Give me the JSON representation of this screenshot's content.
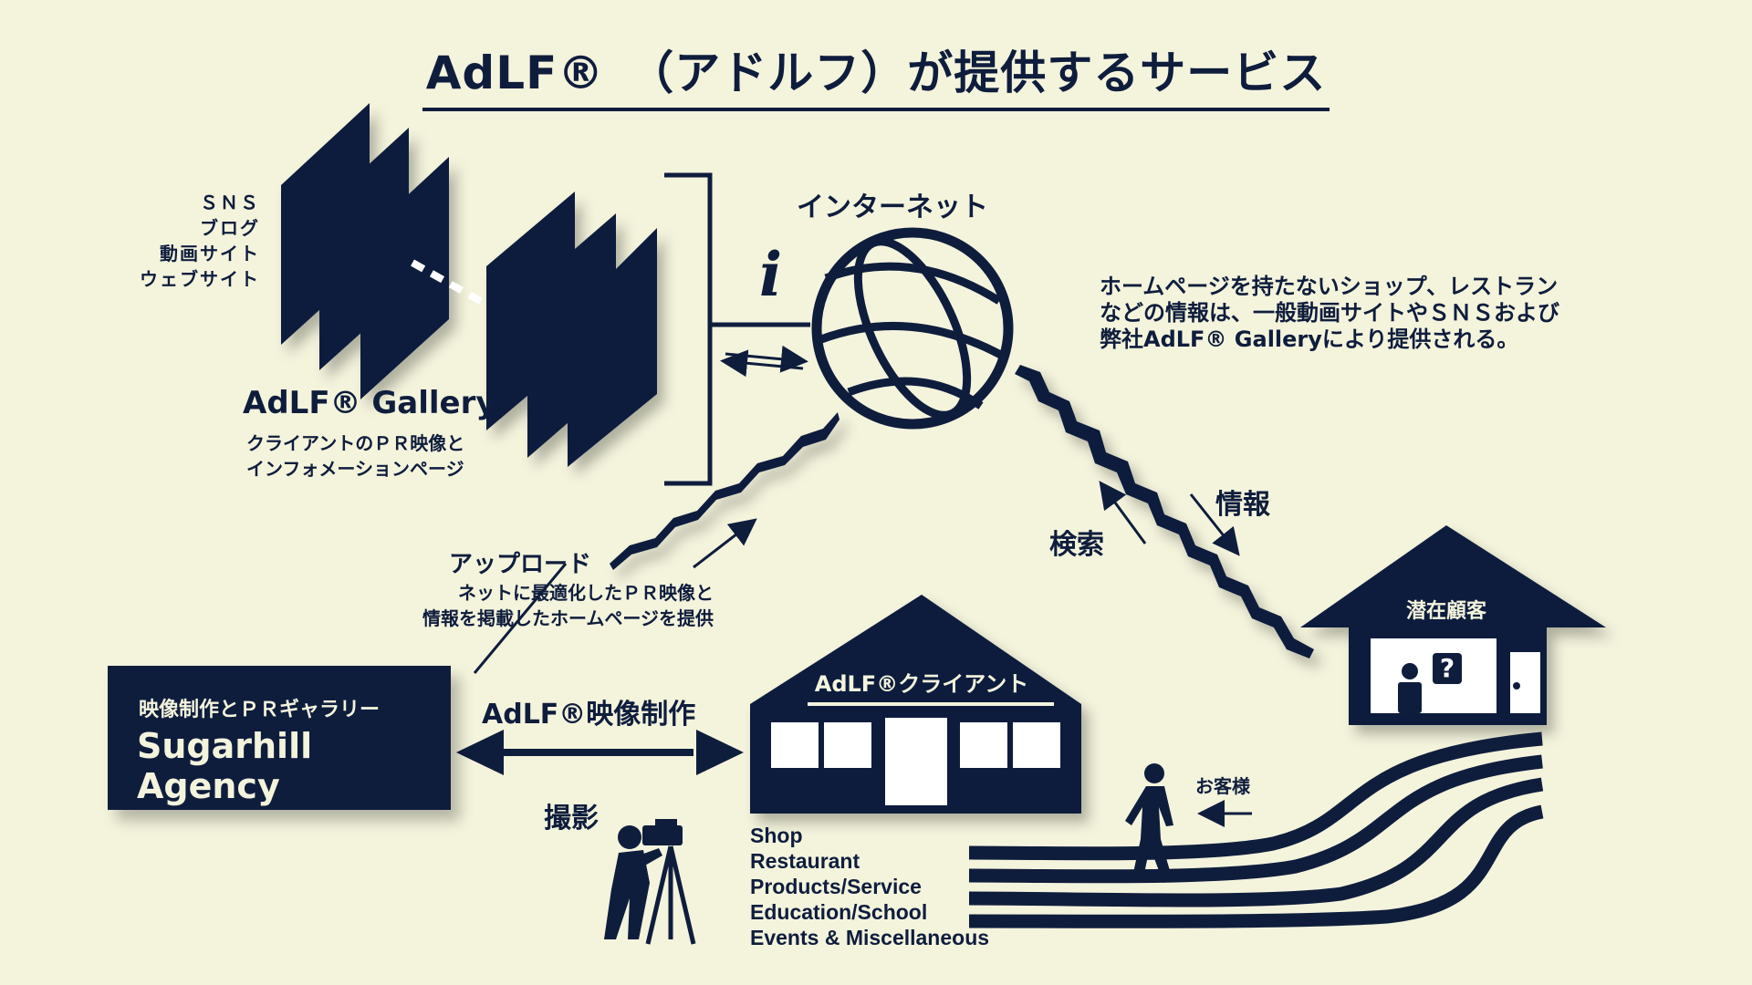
{
  "title": "AdLF®　（アドルフ）が提供するサービス",
  "media_list": [
    "ＳＮＳ",
    "ブログ",
    "動画サイト",
    "ウェブサイト"
  ],
  "gallery": {
    "title": "AdLF® Gallery",
    "desc_line1": "クライアントのＰＲ映像と",
    "desc_line2": "インフォメーションページ"
  },
  "internet_label": "インターネット",
  "info_icon_glyph": "i",
  "note": {
    "line1": "ホームページを持たないショップ、レストラン",
    "line2": "などの情報は、一般動画サイトやＳＮＳおよび",
    "line3": "弊社AdLF® Galleryにより提供される。"
  },
  "upload": {
    "label": "アップロード",
    "desc_line1": "ネットに最適化したＰＲ映像と",
    "desc_line2": "情報を掲載したホームページを提供"
  },
  "search_label": "検索",
  "info_label": "情報",
  "agency": {
    "sub": "映像制作とＰＲギャラリー",
    "name": "Sugarhill Agency"
  },
  "production_label": "AdLF®映像制作",
  "filming_label": "撮影",
  "client": {
    "label": "AdLF®クライアント",
    "categories": [
      "Shop",
      "Restaurant",
      "Products/Service",
      "Education/School",
      "Events & Miscellaneous"
    ]
  },
  "potential_customer_label": "潜在顧客",
  "customer_label": "お客様",
  "question_mark": "?",
  "colors": {
    "background": "#f4f4dd",
    "navy": "#0f1d3d"
  }
}
